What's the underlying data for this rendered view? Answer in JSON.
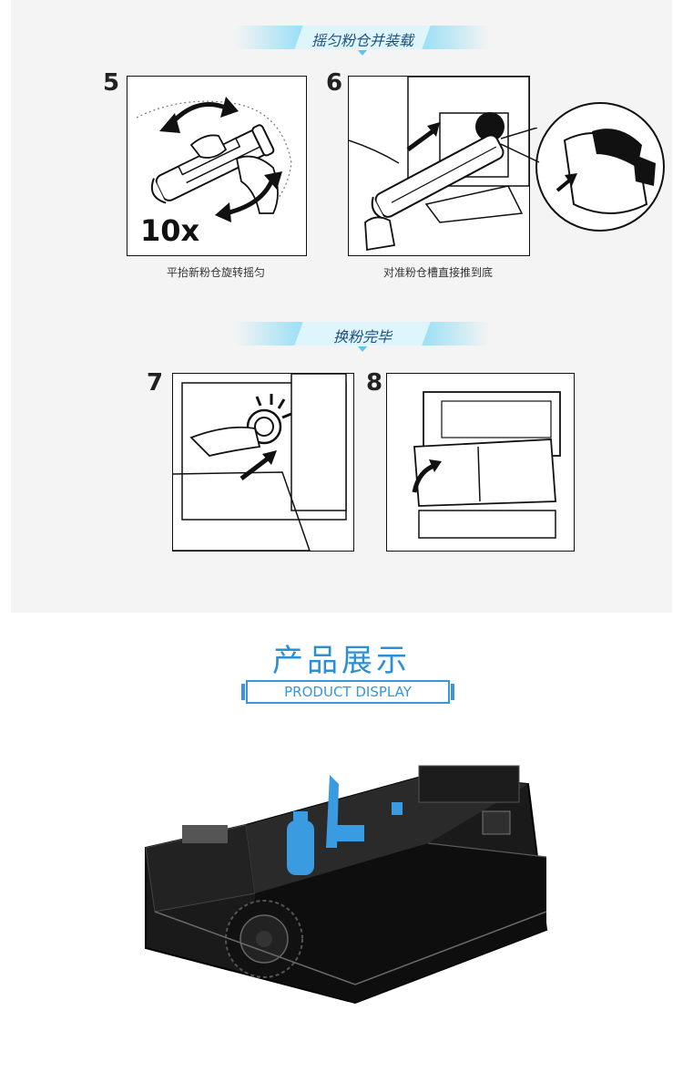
{
  "section1": {
    "title": "摇匀粉仓并装载"
  },
  "step5": {
    "number": "5",
    "count_label": "10x",
    "caption": "平抬新粉仓旋转摇匀"
  },
  "step6": {
    "number": "6",
    "caption": "对准粉仓槽直接推到底"
  },
  "section2": {
    "title": "换粉完毕"
  },
  "step7": {
    "number": "7"
  },
  "step8": {
    "number": "8"
  },
  "product": {
    "title": "产品展示",
    "subtitle": "PRODUCT DISPLAY"
  },
  "colors": {
    "accent_blue": "#2b8fd6",
    "banner_cyan": "#9fe0f5",
    "product_blue": "#3b9be0"
  }
}
